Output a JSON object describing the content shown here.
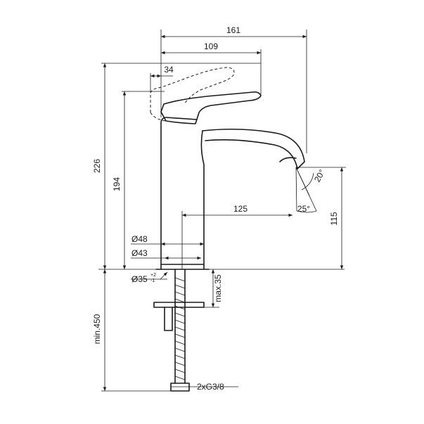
{
  "dimensions": {
    "d161": "161",
    "d109": "109",
    "d34": "34",
    "d226": "226",
    "d194": "194",
    "d125": "125",
    "d115": "115",
    "d48": "Ø48",
    "d43": "Ø43",
    "d35": "Ø35",
    "d35_tol_upper": "+2",
    "d35_tol_lower": "-1",
    "max35": "max.35",
    "min450": "min.450",
    "g38": "2xG3/8",
    "angle20": "20°",
    "angle25": "25°"
  }
}
